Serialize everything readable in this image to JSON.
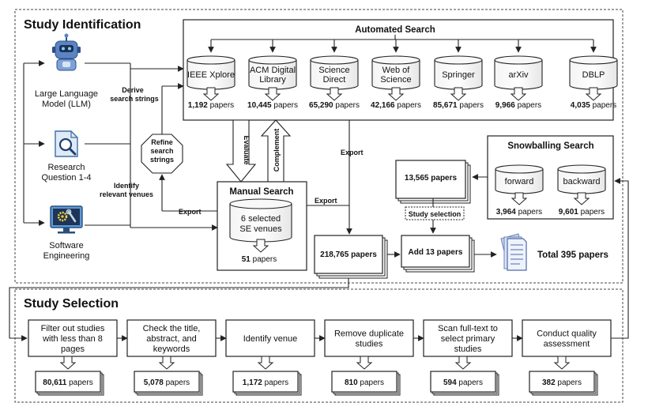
{
  "sections": {
    "identification": "Study Identification",
    "selection": "Study Selection"
  },
  "inputs": [
    {
      "label": [
        "Large Language",
        "Model (LLM)"
      ],
      "icon": "robot-icon"
    },
    {
      "label": [
        "Research",
        "Question 1-4"
      ],
      "icon": "document-search-icon"
    },
    {
      "label": [
        "Software",
        "Engineering"
      ],
      "icon": "monitor-gear-icon"
    }
  ],
  "edge_labels": {
    "derive": [
      "Derive",
      "search strings"
    ],
    "identify": [
      "Identify",
      "relevant venues"
    ],
    "refine": [
      "Refine",
      "search",
      "strings"
    ],
    "export_left": "Export",
    "export_mid": "Export",
    "export_top": "Export",
    "evaluate": "Evaluate",
    "complement": "Complement"
  },
  "automated_search": {
    "title": "Automated Search",
    "sources": [
      {
        "name": [
          "IEEE Xplore"
        ],
        "count_num": "1,192",
        "count_unit": " papers"
      },
      {
        "name": [
          "ACM Digital",
          "Library"
        ],
        "count_num": "10,445",
        "count_unit": " papers"
      },
      {
        "name": [
          "Science",
          "Direct"
        ],
        "count_num": "65,290",
        "count_unit": " papers"
      },
      {
        "name": [
          "Web of",
          "Science"
        ],
        "count_num": "42,166",
        "count_unit": " papers"
      },
      {
        "name": [
          "Springer"
        ],
        "count_num": "85,671",
        "count_unit": " papers"
      },
      {
        "name": [
          "arXiv"
        ],
        "count_num": "9,966",
        "count_unit": " papers"
      },
      {
        "name": [
          "DBLP"
        ],
        "count_num": "4,035",
        "count_unit": " papers"
      }
    ]
  },
  "manual_search": {
    "title": "Manual Search",
    "venue": [
      "6 selected",
      "SE venues"
    ],
    "count_num": "51",
    "count_unit": " papers"
  },
  "total_auto": "218,765 papers",
  "snowballing": {
    "title": "Snowballing Search",
    "forward": "forward",
    "backward": "backward",
    "forward_num": "3,964",
    "backward_num": "9,601",
    "unit": " papers"
  },
  "snow_papers": "13,565 papers",
  "study_selection_label": "Study selection",
  "add_label": "Add 13 papers",
  "total_label": "Total 395 papers",
  "steps": [
    {
      "label": [
        "Filter out studies",
        "with less than 8",
        "pages"
      ],
      "count_num": "80,611",
      "count_unit": " papers"
    },
    {
      "label": [
        "Check the title,",
        "abstract, and",
        "keywords"
      ],
      "count_num": "5,078",
      "count_unit": " papers"
    },
    {
      "label": [
        "Identify venue"
      ],
      "count_num": "1,172",
      "count_unit": " papers"
    },
    {
      "label": [
        "Remove duplicate",
        "studies"
      ],
      "count_num": "810",
      "count_unit": " papers"
    },
    {
      "label": [
        "Scan full-text to",
        "select primary",
        "studies"
      ],
      "count_num": "594",
      "count_unit": " papers"
    },
    {
      "label": [
        "Conduct quality",
        "assessment"
      ],
      "count_num": "382",
      "count_unit": " papers"
    }
  ]
}
